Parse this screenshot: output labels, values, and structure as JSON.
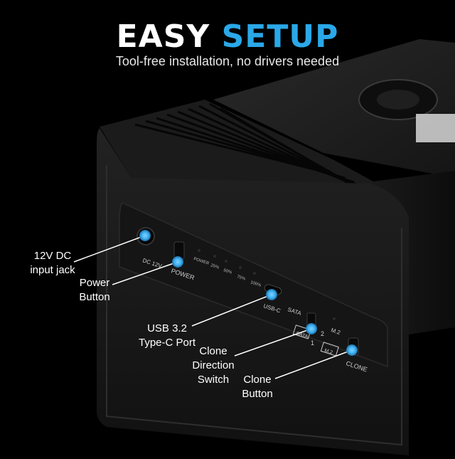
{
  "headline": {
    "part1": "EASY",
    "part2": "SETUP"
  },
  "subheadline": "Tool-free installation, no drivers needed",
  "callouts": [
    {
      "line1": "12V DC",
      "line2": "input jack"
    },
    {
      "line1": "Power",
      "line2": "Button"
    },
    {
      "line1": "USB 3.2",
      "line2": "Type-C Port"
    },
    {
      "line1": "Clone",
      "line2": "Direction",
      "line3": "Switch"
    },
    {
      "line1": "Clone",
      "line2": "Button"
    }
  ],
  "device_labels": {
    "dc": "DC 12V",
    "power": "POWER",
    "led_power": "POWER",
    "led_25": "25%",
    "led_50": "50%",
    "led_75": "75%",
    "led_100": "100%",
    "usbc": "USB-C",
    "sata": "SATA",
    "m2": "M.2",
    "switch_1": "1",
    "switch_2": "2",
    "sata_box": "SATA",
    "m2_box": "M.2",
    "clone": "CLONE"
  },
  "colors": {
    "accent": "#2aa8e8",
    "device": "#1c1c1c",
    "marker": "#3fb0f0"
  }
}
